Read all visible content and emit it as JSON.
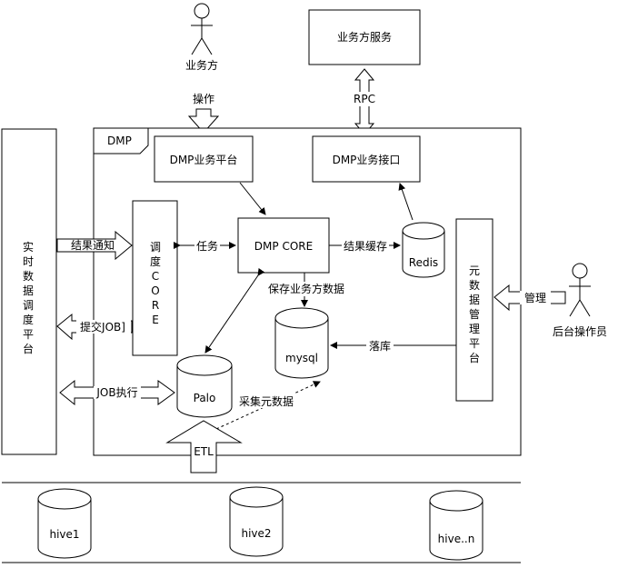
{
  "actors": {
    "business": "业务方",
    "backend": "后台操作员"
  },
  "boxes": {
    "business_service": "业务方服务",
    "dmp_frame": "DMP",
    "dmp_business_platform": "DMP业务平台",
    "dmp_business_interface": "DMP业务接口",
    "dmp_core": "DMP CORE",
    "realtime_platform": [
      "实",
      "时",
      "数",
      "据",
      "调",
      "度",
      "平",
      "台"
    ],
    "scheduler_core": [
      "调",
      "度",
      "C",
      "O",
      "R",
      "E"
    ],
    "metadata_platform": [
      "元",
      "数",
      "据",
      "管",
      "理",
      "平",
      "台"
    ]
  },
  "databases": {
    "redis": "Redis",
    "mysql": "mysql",
    "palo": "Palo",
    "hive1": "hive1",
    "hive2": "hive2",
    "hiven": "hive..n"
  },
  "edges": {
    "operate": "操作",
    "rpc": "RPC",
    "result_notify": "结果通知",
    "submit_job": "提交JOB]",
    "job_exec": "JOB执行",
    "task": "任务",
    "result_cache": "结果缓存",
    "save_business_data": "保存业务方数据",
    "manage": "管理",
    "land_db": "落库",
    "collect_metadata": "采集元数据",
    "etl": "ETL"
  }
}
